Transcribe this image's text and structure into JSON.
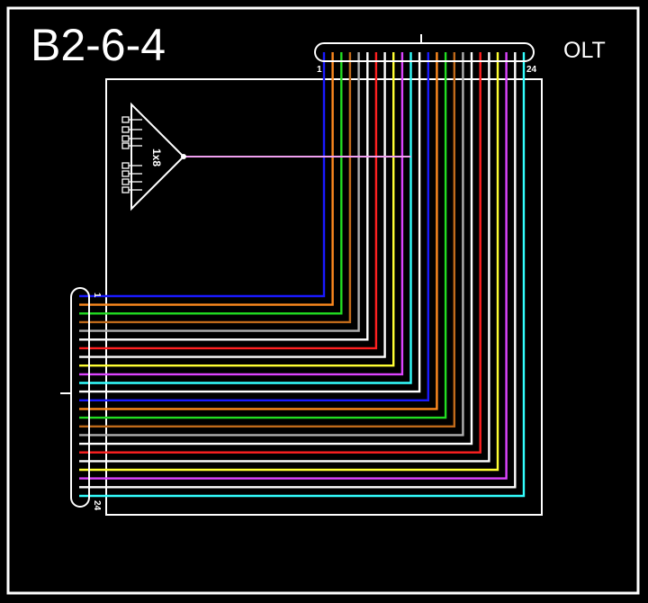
{
  "diagram": {
    "title": "B2-6-4",
    "olt_label": "OLT",
    "top_cable": {
      "start_label": "1",
      "end_label": "24"
    },
    "left_cable": {
      "start_label": "1",
      "end_label": "24"
    },
    "splitter": {
      "label": "1x8",
      "outputs": 8
    },
    "fiber_colors": [
      "#1a1aff",
      "#ff8a1e",
      "#22dd22",
      "#c06a1a",
      "#b0b0b0",
      "#ffffff",
      "#ff2020",
      "#ffffff",
      "#ffff33",
      "#dd44ff",
      "#33ffff",
      "#ffffff",
      "#1a1aff",
      "#ff8a1e",
      "#22dd22",
      "#c06a1a",
      "#b0b0b0",
      "#ffffff",
      "#ff2020",
      "#ffffff",
      "#ffff33",
      "#dd44ff",
      "#ffffff",
      "#33ffff"
    ],
    "colors": {
      "background": "#000000",
      "frame": "#ffffff",
      "splitter_branch": "#f0a0f0"
    }
  }
}
